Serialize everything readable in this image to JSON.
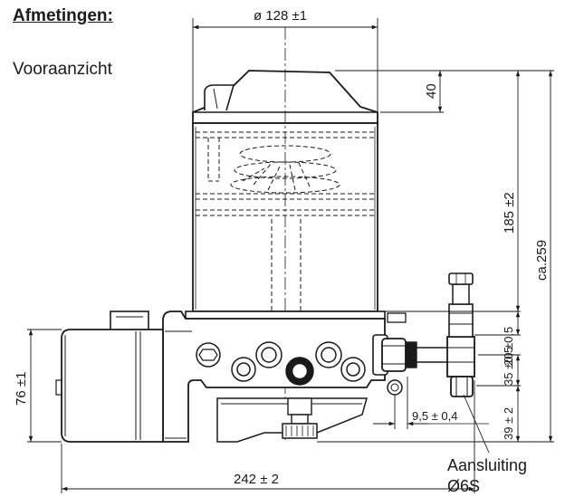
{
  "heading": "Afmetingen:",
  "view_label": "Vooraanzicht",
  "dimensions": {
    "diameter": "ø 128 ±1",
    "lid_height": "40",
    "reservoir_height": "185 ±2",
    "total_height": "ca.259",
    "pump_height": "76 ±1",
    "total_width": "242 ± 2",
    "offset_a": "20 ±0,5",
    "offset_b": "35 ±0,5",
    "offset_c": "39 ± 2",
    "fitting_offset": "9,5 ± 0,4"
  },
  "connection": {
    "line1": "Aansluiting",
    "line2": "Ø6S"
  },
  "colors": {
    "line": "#1a1a1a",
    "hidden_line": "#1a1a1a",
    "fill": "#ffffff"
  }
}
